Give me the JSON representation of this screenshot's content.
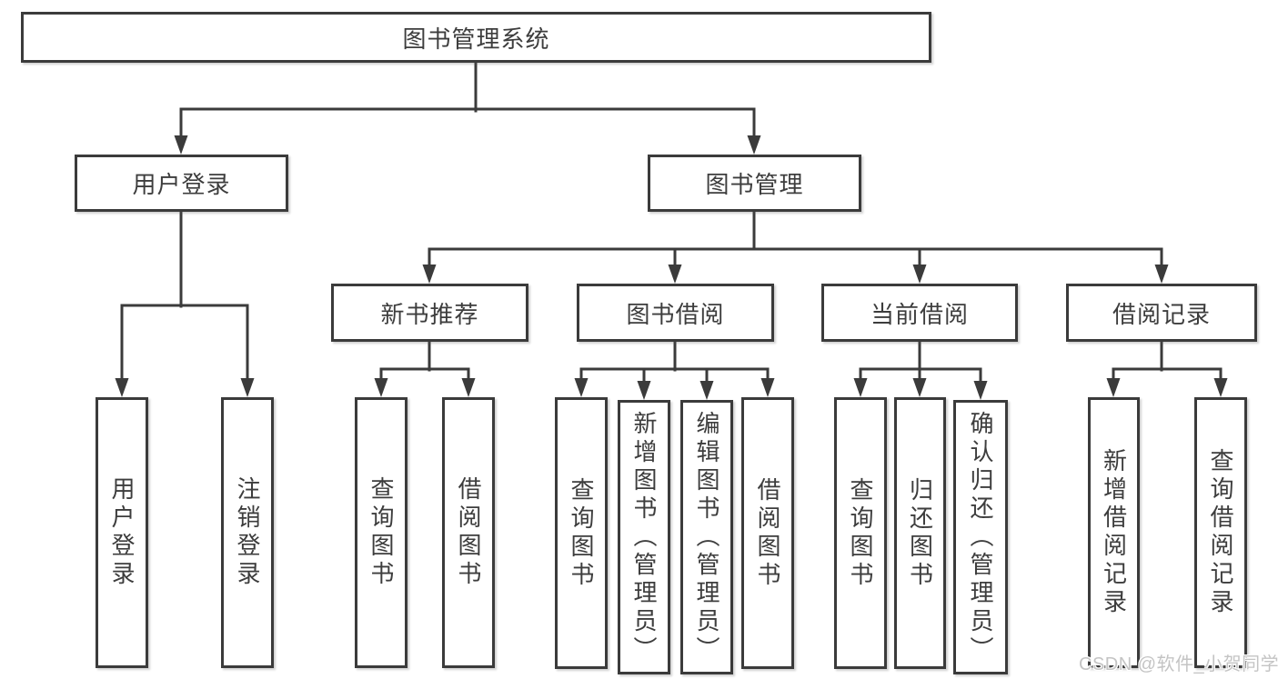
{
  "colors": {
    "line": "#3b3b3b",
    "text": "#3d3d3d",
    "background": "#ffffff",
    "watermark": "#c4c4c4"
  },
  "tree": {
    "label": "图书管理系统",
    "children": [
      {
        "label": "用户登录",
        "children": [
          {
            "label": "用户登录"
          },
          {
            "label": "注销登录"
          }
        ]
      },
      {
        "label": "图书管理",
        "children": [
          {
            "label": "新书推荐",
            "children": [
              {
                "label": "查询图书"
              },
              {
                "label": "借阅图书"
              }
            ]
          },
          {
            "label": "图书借阅",
            "children": [
              {
                "label": "查询图书"
              },
              {
                "label": "新增图书（管理员）"
              },
              {
                "label": "编辑图书（管理员）"
              },
              {
                "label": "借阅图书"
              }
            ]
          },
          {
            "label": "当前借阅",
            "children": [
              {
                "label": "查询图书"
              },
              {
                "label": "归还图书"
              },
              {
                "label": "确认归还（管理员）"
              }
            ]
          },
          {
            "label": "借阅记录",
            "children": [
              {
                "label": "新增借阅记录"
              },
              {
                "label": "查询借阅记录"
              }
            ]
          }
        ]
      }
    ]
  },
  "watermark": {
    "text": "CSDN @软件_小贺同学"
  }
}
